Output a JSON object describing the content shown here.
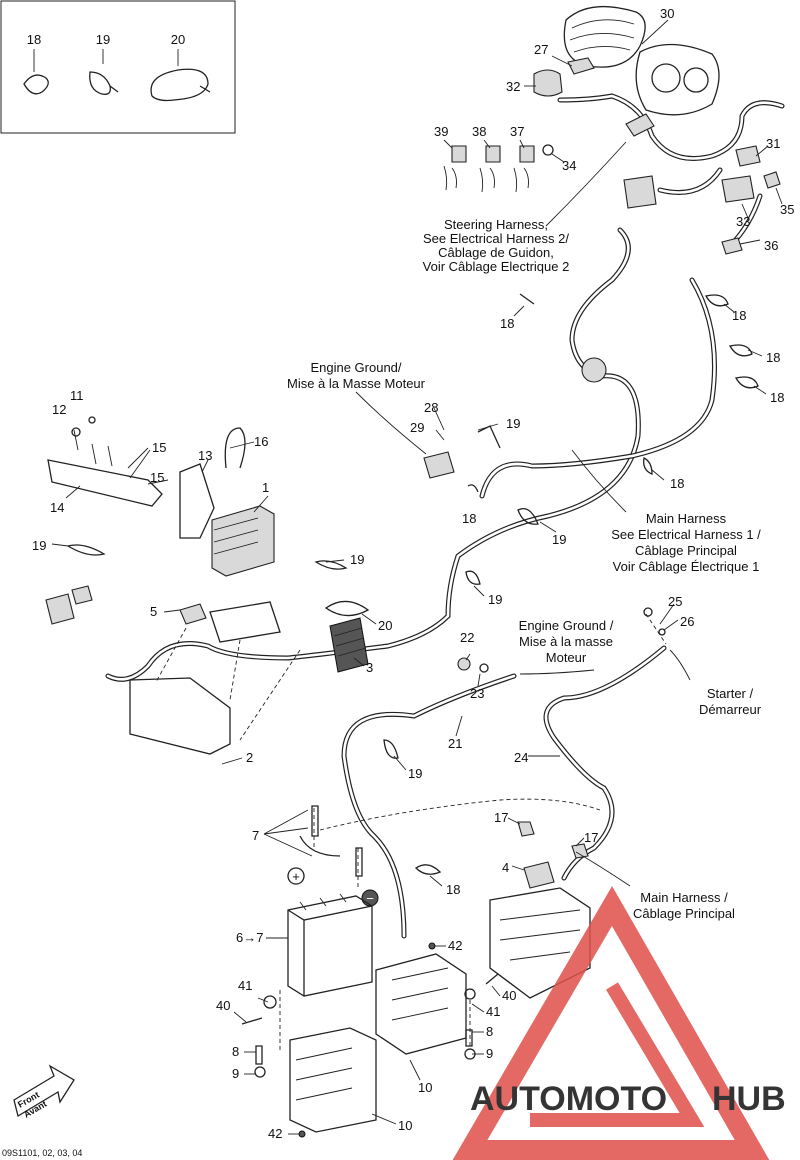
{
  "legend_items": [
    "18",
    "19",
    "20"
  ],
  "callouts": [
    "30",
    "27",
    "32",
    "39",
    "38",
    "37",
    "34",
    "31",
    "35",
    "33",
    "36",
    "18",
    "18",
    "18",
    "18",
    "18",
    "18",
    "18",
    "11",
    "12",
    "16",
    "15",
    "15",
    "13",
    "14",
    "1",
    "19",
    "19",
    "19",
    "19",
    "19",
    "19",
    "5",
    "20",
    "3",
    "2",
    "28",
    "29",
    "19",
    "22",
    "23",
    "21",
    "24",
    "25",
    "26",
    "17",
    "17",
    "4",
    "7",
    "6→7",
    "42",
    "41",
    "40",
    "40",
    "41",
    "8",
    "9",
    "8",
    "9",
    "10",
    "10",
    "42"
  ],
  "labels": {
    "steering_harness": [
      "Steering Harness,",
      "See Electrical Harness 2/",
      "Câblage de Guidon,",
      "Voir Câblage Electrique 2"
    ],
    "engine_ground_1": [
      "Engine Ground/",
      "Mise à la Masse Moteur"
    ],
    "main_harness_1": [
      "Main Harness",
      "See Electrical Harness 1 /",
      "Câblage Principal",
      "Voir Câblage Électrique 1"
    ],
    "engine_ground_2": [
      "Engine Ground /",
      "Mise à la masse",
      "Moteur"
    ],
    "starter": [
      "Starter /",
      "Démarreur"
    ],
    "main_harness_2": [
      "Main Harness /",
      "Câblage Principal"
    ],
    "battery_plus": "+",
    "battery_minus": "−",
    "front_arrow": [
      "Front",
      "Avant"
    ]
  },
  "footer_code": "09S1101, 02, 03, 04",
  "watermark": {
    "text_left": "AUTOMOTO",
    "text_right": "HUB",
    "color_red": "#e0504a",
    "color_orange": "#f2b896",
    "color_gray": "#8f8f8f"
  }
}
